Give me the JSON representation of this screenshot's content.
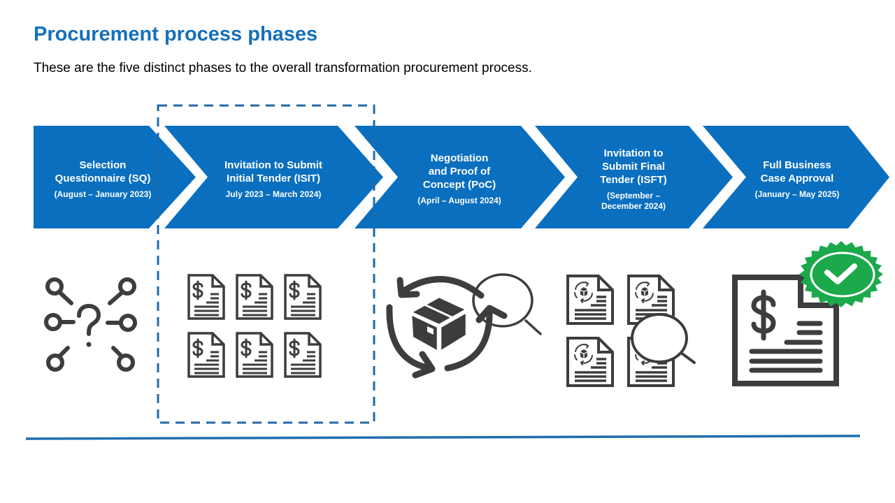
{
  "header": {
    "title": "Procurement process phases",
    "subtitle": "These are the five distinct phases to the overall transformation procurement process."
  },
  "phases": [
    {
      "title_lines": [
        "Selection",
        "Questionnaire (SQ)"
      ],
      "date_lines": [
        "(August  – January 2023)"
      ],
      "icon": "magnifiers-question-icon"
    },
    {
      "title_lines": [
        "Invitation to Submit",
        "Initial  Tender (ISIT)"
      ],
      "date_lines": [
        "July 2023 – March 2024)"
      ],
      "icon": "dollar-documents-icon"
    },
    {
      "title_lines": [
        "Negotiation",
        "and Proof of",
        "Concept (PoC)"
      ],
      "date_lines": [
        "(April – August  2024)"
      ],
      "icon": "box-cycle-magnifier-icon"
    },
    {
      "title_lines": [
        "Invitation to",
        "Submit Final",
        "Tender (ISFT)"
      ],
      "date_lines": [
        "(September –",
        "December 2024)"
      ],
      "icon": "documents-magnifier-icon"
    },
    {
      "title_lines": [
        "Full Business",
        "Case Approval"
      ],
      "date_lines": [
        "(January – May 2025)"
      ],
      "icon": "approved-invoice-badge-icon"
    }
  ],
  "highlight": {
    "phase_index": 1,
    "style": "dashed-box"
  },
  "colors": {
    "brand_blue": "#0a6fbf",
    "title_blue": "#1670b8",
    "icon_gray": "#3d3d3d",
    "approval_green": "#1ba94c",
    "highlight_dash": "#1f69a8",
    "rule_blue": "#1f6fb0"
  }
}
